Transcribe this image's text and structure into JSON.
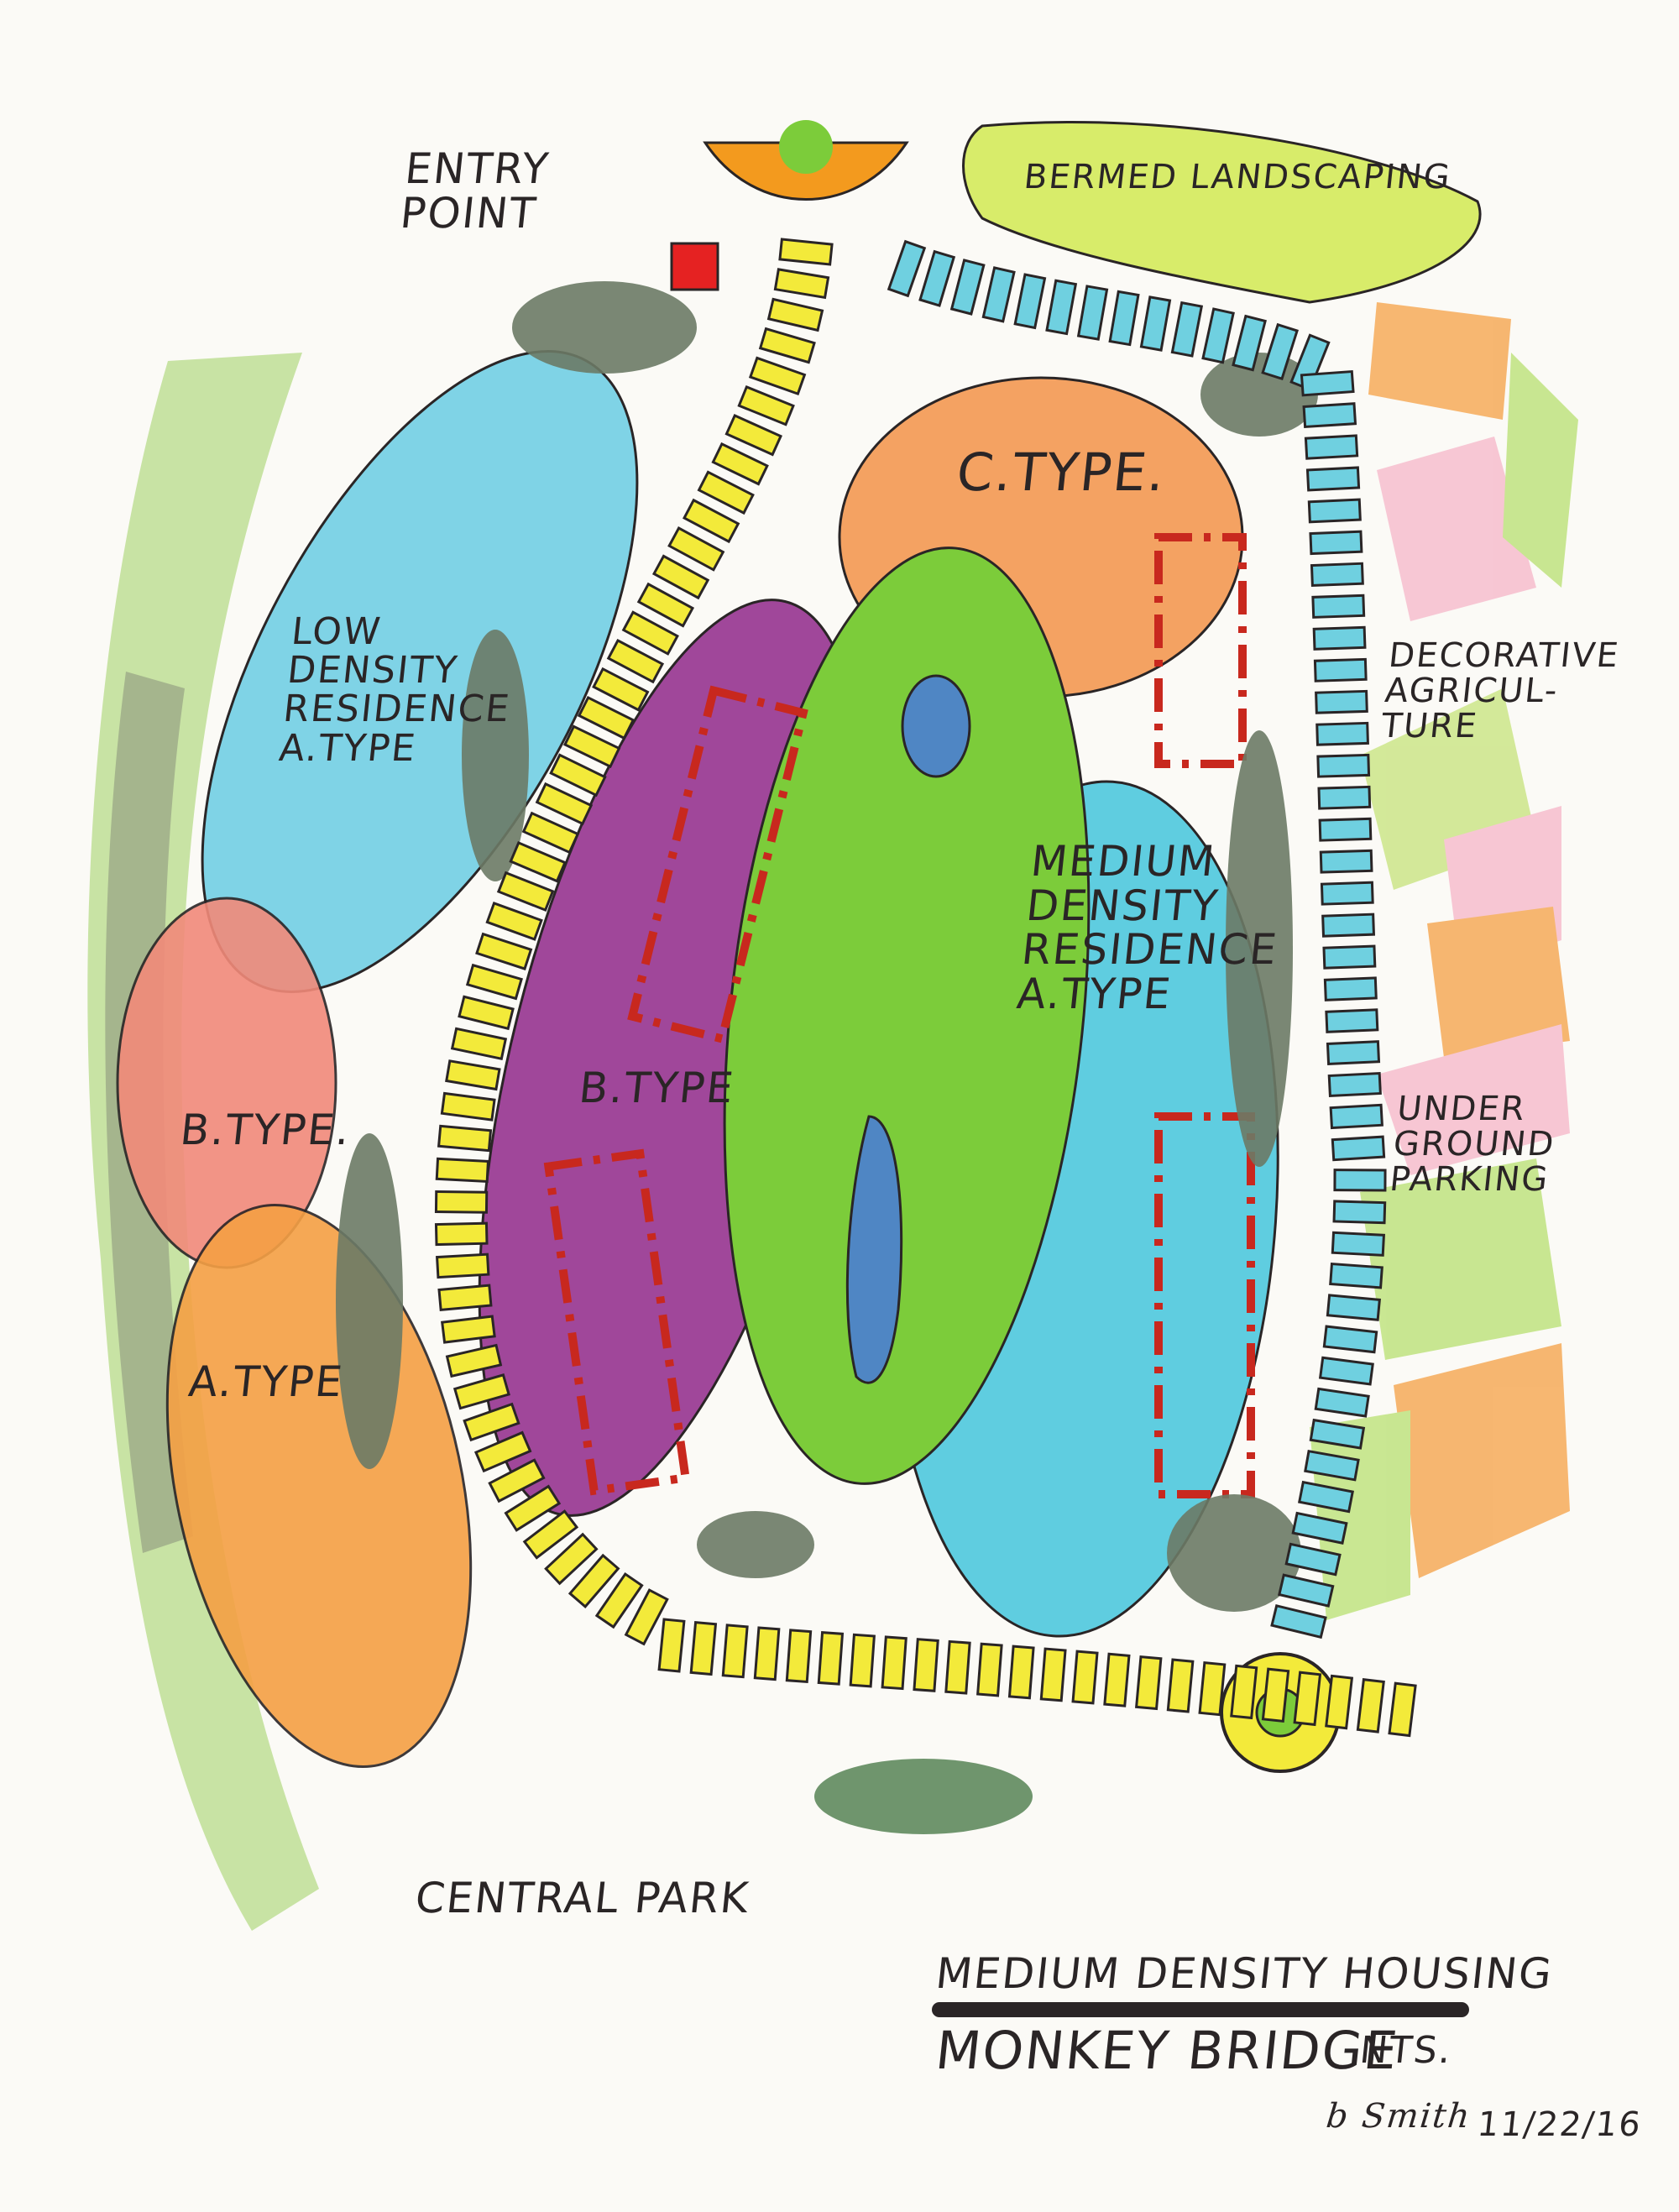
{
  "title": "MEDIUM DENSITY HOUSING",
  "subtitle": "MONKEY BRIDGE",
  "scale_note": "NTS.",
  "signature": "b Smith",
  "date": "11/22/16",
  "labels": {
    "entry_point": [
      "ENTRY",
      "POINT"
    ],
    "bermed_landscaping": "BERMED LANDSCAPING",
    "c_type": "C.TYPE.",
    "decorative_agriculture": [
      "DECORATIVE",
      "AGRICUL-",
      "TURE"
    ],
    "low_density": [
      "LOW",
      "DENSITY",
      "RESIDENCE",
      "A.TYPE"
    ],
    "medium_density": [
      "MEDIUM",
      "DENSITY",
      "RESIDENCE",
      "A.TYPE"
    ],
    "b_type_left": "B.TYPE.",
    "b_type_center": "B.TYPE",
    "a_type_left": "A.TYPE",
    "underground_parking": [
      "UNDER",
      "GROUND",
      "PARKING"
    ],
    "central_park": "CENTRAL PARK"
  },
  "colors": {
    "low_density": "#7fd3e6",
    "medium_density": "#5fcde0",
    "b_type_left": "#f28a7a",
    "a_type_left": "#f5a044",
    "b_type_center": "#a0479a",
    "c_type": "#f4a262",
    "central_park": "#7ccc3a",
    "water": "#4f86c4",
    "bermed": "#d8ec6a",
    "road": "#f3ea3a",
    "trees": "#6b7a66",
    "parking": "#c8281e",
    "ink": "#2a2526"
  }
}
